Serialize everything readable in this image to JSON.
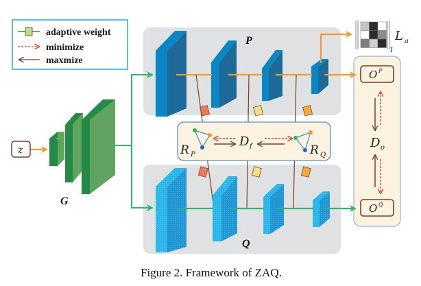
{
  "legend": {
    "items": [
      {
        "label": "adaptive weight",
        "symbol": "green-square-line"
      },
      {
        "label": "minimize",
        "symbol": "red-dashed-arrow"
      },
      {
        "label": "maxmize",
        "symbol": "brown-solid-arrow"
      }
    ]
  },
  "nodes": {
    "z": "z",
    "G": "G",
    "P": "P",
    "Q": "Q",
    "R_P": {
      "main": "R",
      "sub": "P"
    },
    "R_Q": {
      "main": "R",
      "sub": "Q"
    },
    "D_f": {
      "main": "D",
      "sub": "f"
    },
    "D_o": {
      "main": "D",
      "sub": "o"
    },
    "O_P": {
      "main": "O",
      "sup": "P"
    },
    "O_Q": {
      "main": "O",
      "sup": "Q"
    },
    "L_a": {
      "main": "L",
      "sub": "a",
      "norm_sub": "1"
    }
  },
  "colors": {
    "orange": "#f39a27",
    "green": "#2fb66a",
    "brown": "#7b3f2a",
    "red": "#e53935",
    "blue_p": "#1f77b4",
    "blue_q": "#29b6e8",
    "panel_bg": "#e0e1e3",
    "cream": "#fbf3e0",
    "legend_border": "#2aa7dc"
  },
  "matrix": [
    [
      0.75,
      0.1,
      1.0
    ],
    [
      1.0,
      0.1,
      0.5
    ],
    [
      0.45,
      0.8,
      0.1
    ]
  ],
  "caption": "Figure 2. Framework of ZAQ."
}
